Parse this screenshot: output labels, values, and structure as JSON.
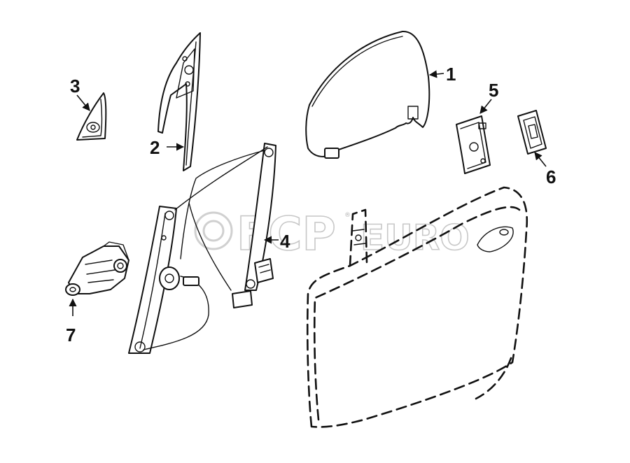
{
  "watermark": {
    "main": "FCP",
    "suffix": "EURO",
    "mark": "®"
  },
  "callouts": [
    {
      "id": "1",
      "label": "1"
    },
    {
      "id": "2",
      "label": "2"
    },
    {
      "id": "3",
      "label": "3"
    },
    {
      "id": "4",
      "label": "4"
    },
    {
      "id": "5",
      "label": "5"
    },
    {
      "id": "6",
      "label": "6"
    },
    {
      "id": "7",
      "label": "7"
    }
  ]
}
